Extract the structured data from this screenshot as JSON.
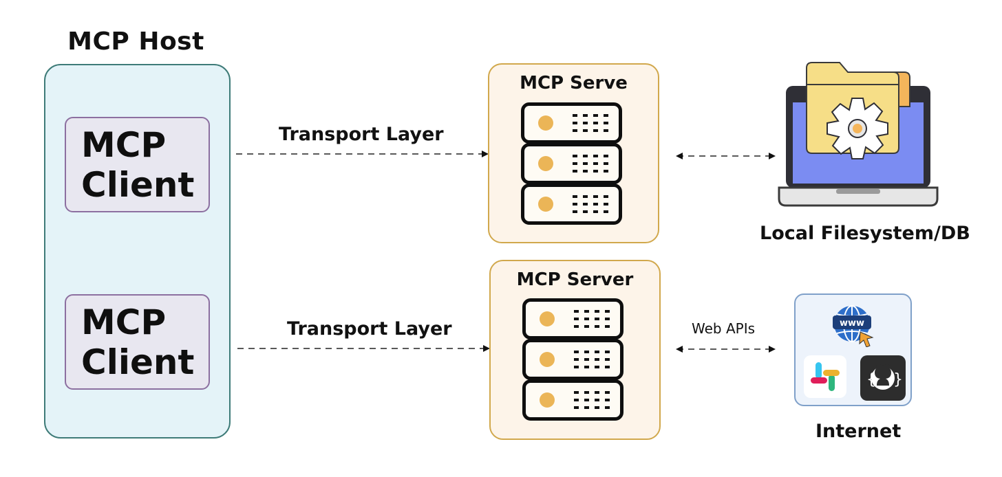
{
  "host": {
    "title": "MCP Host",
    "clients": [
      {
        "line1": "MCP",
        "line2": "Client"
      },
      {
        "line1": "MCP",
        "line2": "Client"
      }
    ]
  },
  "connections": {
    "top_transport": "Transport Layer",
    "bottom_transport": "Transport Layer",
    "web_apis": "Web APIs"
  },
  "servers": [
    {
      "title": "MCP Serve"
    },
    {
      "title": "MCP Server"
    }
  ],
  "resources": {
    "filesystem_label": "Local Filesystem/DB",
    "internet_label": "Internet",
    "internet_icons": [
      "www-globe-icon",
      "slack-icon",
      "github-icon"
    ],
    "www_text": "www"
  },
  "colors": {
    "host_border": "#3e7b78",
    "host_fill": "#e4f3f8",
    "client_border": "#8c6fa0",
    "client_fill": "#e8e7f0",
    "server_border": "#d1a84c",
    "server_fill": "#fdf4e9",
    "server_led": "#ebb557",
    "laptop_screen": "#7b8cf2",
    "folder": "#f6de87",
    "internet_border": "#7fa0c9"
  }
}
